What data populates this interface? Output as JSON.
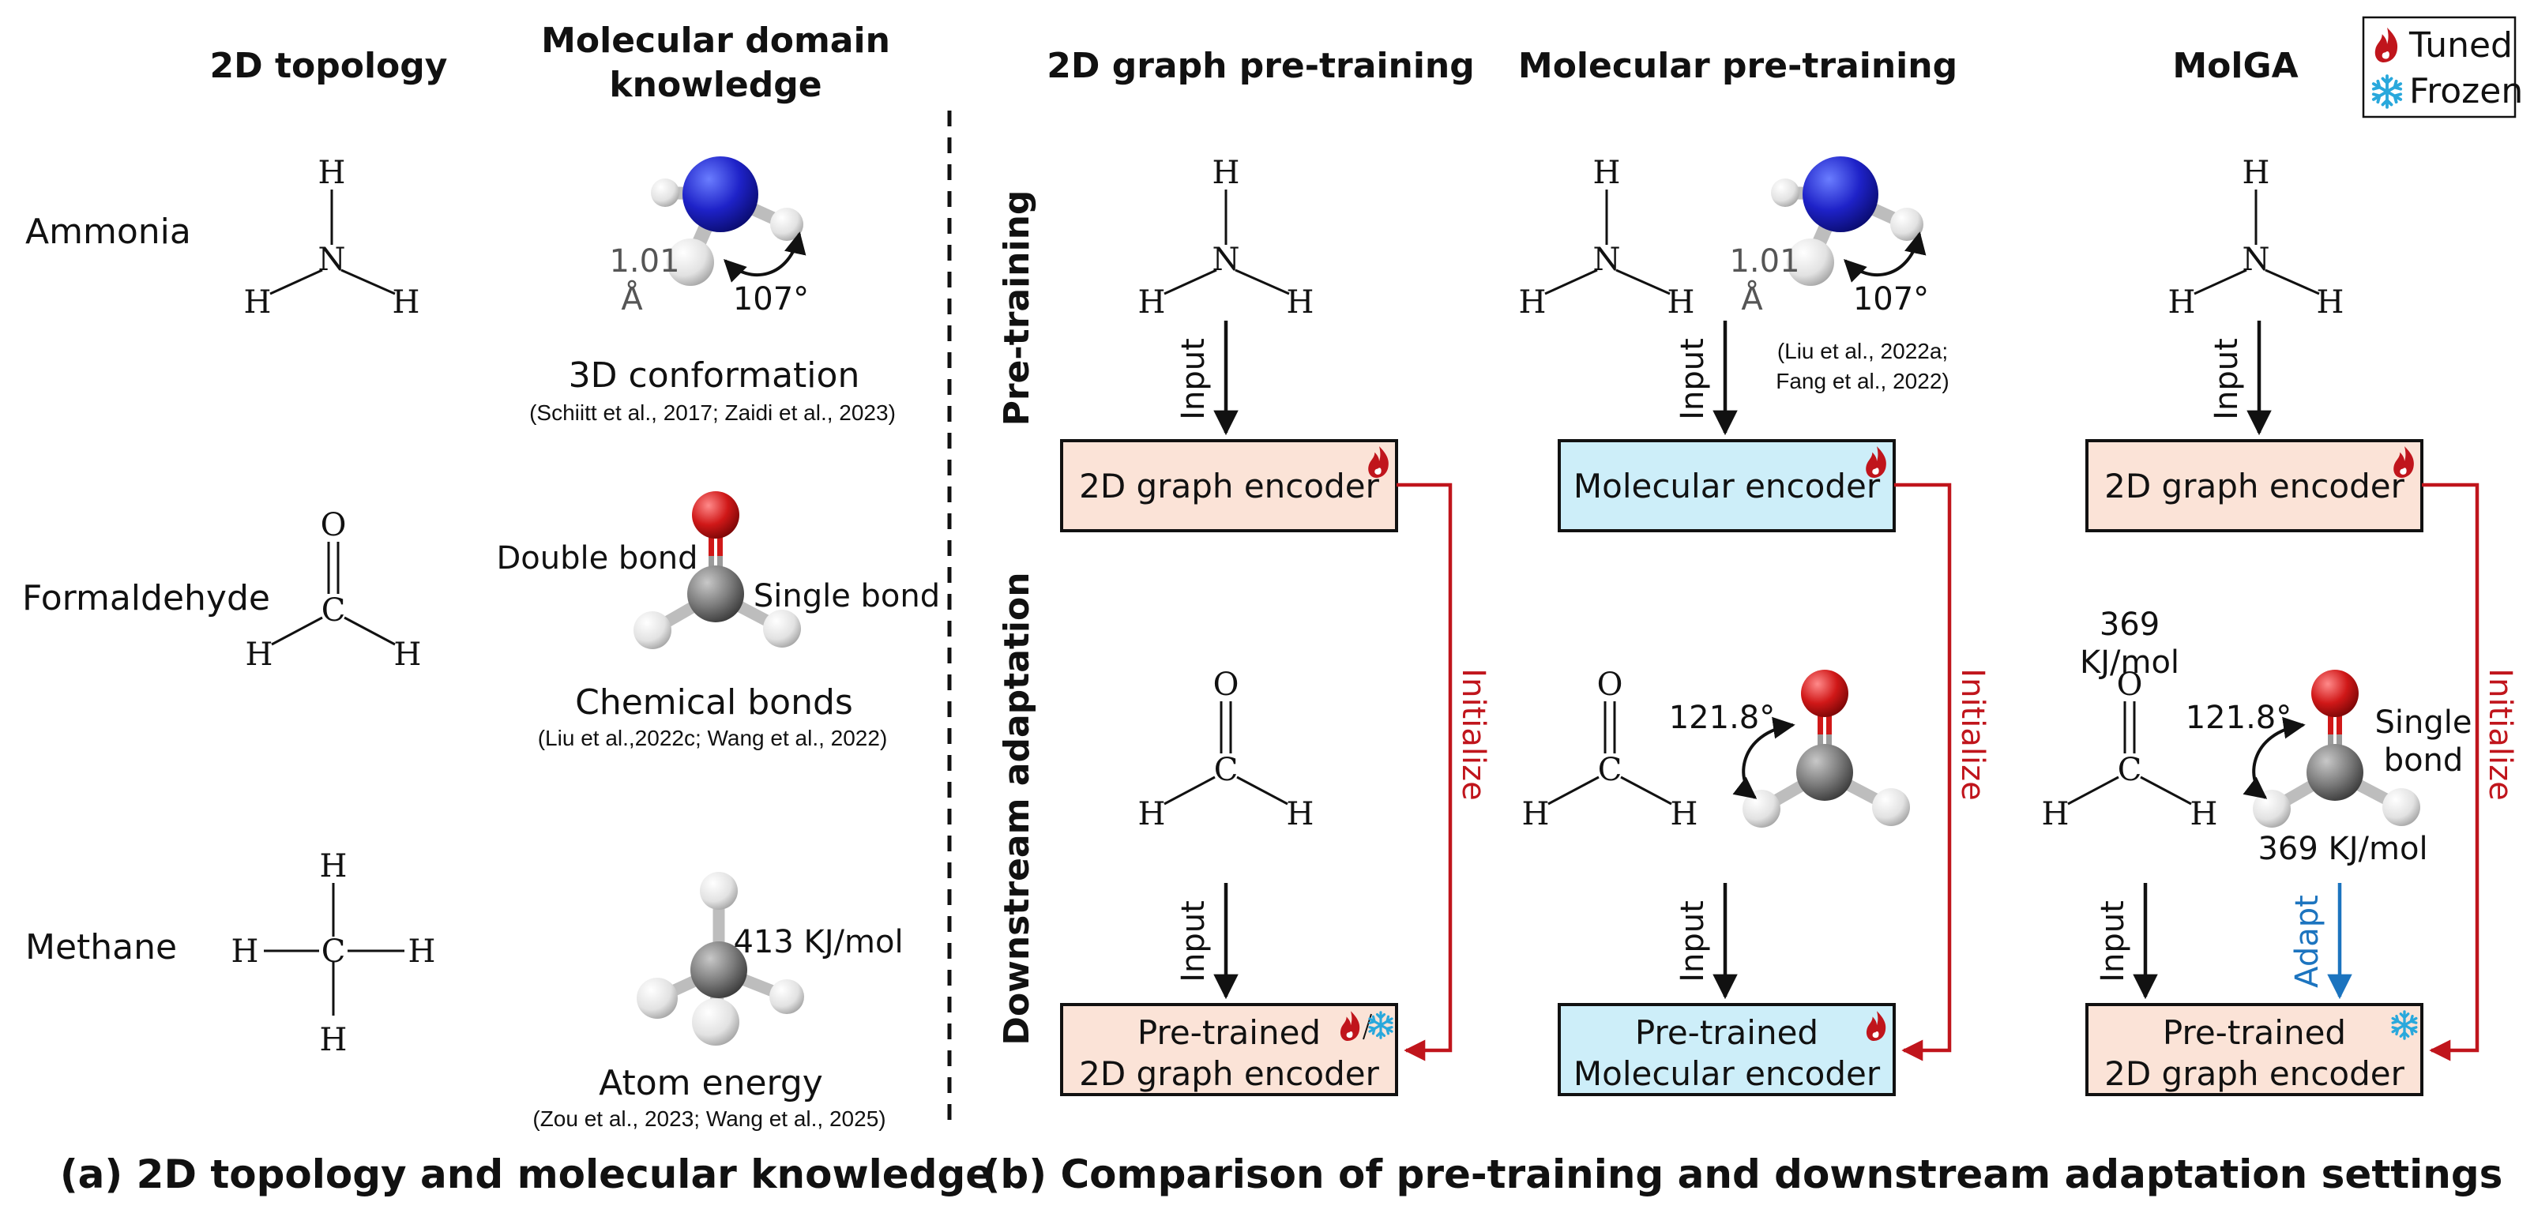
{
  "legend": {
    "tuned": "Tuned",
    "frozen": "Frozen"
  },
  "left_headers": {
    "topology": "2D topology",
    "knowledge_1": "Molecular domain",
    "knowledge_2": "knowledge"
  },
  "molecules": {
    "ammonia": "Ammonia",
    "formaldehyde": "Formaldehyde",
    "methane": "Methane"
  },
  "atoms": {
    "H": "H",
    "N": "N",
    "O": "O",
    "C": "C"
  },
  "knowledge": {
    "bond_length_value": "1.01",
    "bond_length_unit": "Å",
    "angle_107": "107°",
    "conformation": "3D conformation",
    "conformation_cite": "(Schiitt et al., 2017; Zaidi et al., 2023)",
    "double_bond": "Double bond",
    "single_bond": "Single bond",
    "chemical_bonds": "Chemical bonds",
    "chemical_bonds_cite": "(Liu et al.,2022c; Wang et al., 2022)",
    "energy_413": "413 KJ/mol",
    "atom_energy": "Atom energy",
    "atom_energy_cite": "(Zou et al., 2023; Wang et al., 2025)"
  },
  "columns": {
    "graph": "2D graph pre-training",
    "molecular": "Molecular pre-training",
    "molga": "MolGA"
  },
  "rows": {
    "pretraining": "Pre-training",
    "downstream": "Downstream adaptation"
  },
  "arrows": {
    "input": "Input",
    "initialize": "Initialize",
    "adapt": "Adapt"
  },
  "boxes": {
    "graph_encoder": "2D graph encoder",
    "molecular_encoder": "Molecular encoder",
    "pretrained": "Pre-trained",
    "pretrained_graph": "2D graph encoder",
    "pretrained_molecular": "Molecular encoder"
  },
  "middle": {
    "cite_1": "(Liu et al., 2022a;",
    "cite_2": "Fang et al., 2022)",
    "angle_121": "121.8°"
  },
  "molga": {
    "energy_value": "369",
    "energy_unit": "KJ/mol",
    "single_1": "Single",
    "single_2": "bond",
    "energy_full": "369 KJ/mol"
  },
  "captions": {
    "a": "(a) 2D topology and molecular knowledge",
    "b": "(b) Comparison of pre-training and downstream adaptation settings"
  },
  "colors": {
    "tuned_box": "#fbe3d7",
    "frozen_box": "#cdeef9",
    "initialize_arrow": "#c0151c",
    "adapt_arrow": "#1c74bf",
    "nitrogen": "#1e22c8",
    "oxygen": "#d01818",
    "carbon": "#7d7d7d",
    "hydrogen": "#e6e6e6"
  }
}
